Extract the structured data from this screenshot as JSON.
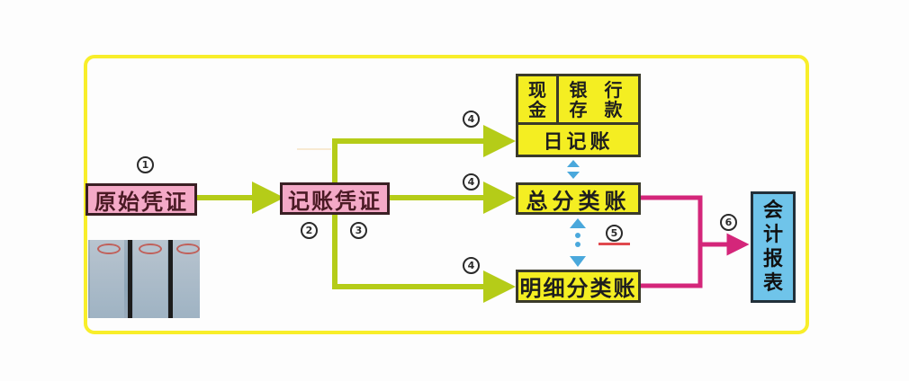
{
  "diagram": {
    "title": "",
    "nodes": {
      "original_voucher": "原始凭证",
      "accounting_voucher": "记账凭证",
      "cash": "现\n金",
      "cash_col1": "现",
      "cash_col2": "金",
      "bank_row1": "银 行",
      "bank_row2": "存 款",
      "journal": "日记账",
      "general_ledger": "总分类账",
      "subsidiary_ledger": "明细分类账",
      "report_chars": [
        "会",
        "计",
        "报",
        "表"
      ]
    },
    "steps": {
      "s1": "1",
      "s2": "2",
      "s3": "3",
      "s4a": "4",
      "s4b": "4",
      "s4c": "4",
      "s5": "5",
      "s6": "6"
    },
    "colors": {
      "frame": "#f8ee2a",
      "green_arrow": "#b5cc18",
      "magenta_arrow": "#d4267a",
      "blue_arrow": "#4aa8dc",
      "pink_box": "#f4a9c7",
      "yellow_box": "#f4ee22",
      "blue_box": "#6fc4ea",
      "step5_underline": "#e0494e"
    }
  }
}
